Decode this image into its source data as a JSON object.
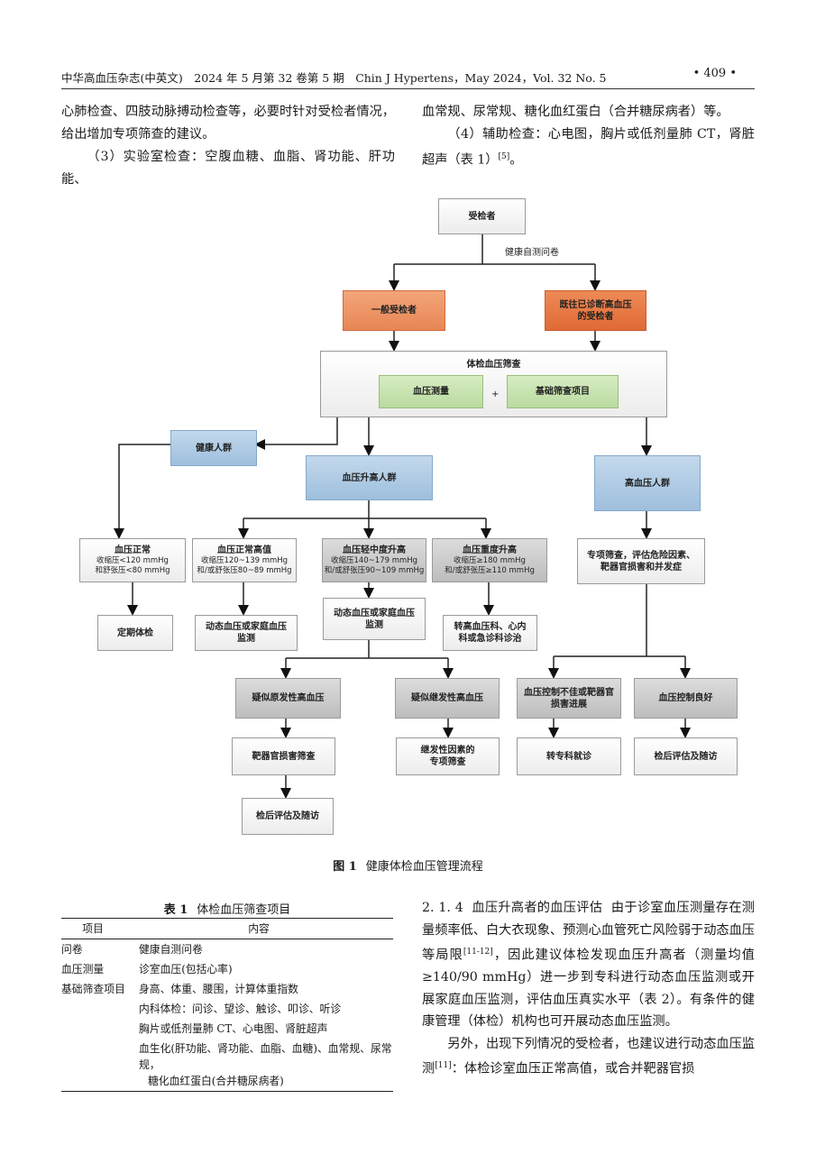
{
  "header": {
    "journal": "中华高血压杂志(中英文)　2024 年 5 月第 32 卷第 5 期　Chin J Hypertens，May 2024，Vol. 32 No. 5",
    "page": "• 409 •"
  },
  "top_text": {
    "left_p1": "心肺检查、四肢动脉搏动检查等，必要时针对受检者情况，给出增加专项筛查的建议。",
    "left_p2": "（3）实验室检查：空腹血糖、血脂、肾功能、肝功能、",
    "right_p1": "血常规、尿常规、糖化血红蛋白（合并糖尿病者）等。",
    "right_p2": "（4）辅助检查：心电图，胸片或低剂量肺 CT，肾脏超声（表 1）",
    "right_p2_ref": "[5]",
    "right_p2_end": "。"
  },
  "flowchart": {
    "start": "受检者",
    "questionnaire_label": "健康自测问卷",
    "general": "一般受检者",
    "diagnosed_line1": "既往已诊断高血压",
    "diagnosed_line2": "的受检者",
    "screening_title": "体检血压筛查",
    "bp_measure": "血压测量",
    "plus": "+",
    "basic_items": "基础筛查项目",
    "healthy": "健康人群",
    "elevated": "血压升高人群",
    "hypertensive": "高血压人群",
    "normal_title": "血压正常",
    "normal_sub1": "收缩压<120 mmHg",
    "normal_sub2": "和舒张压<80 mmHg",
    "high_normal_title": "血压正常高值",
    "high_normal_sub1": "收缩压120~139 mmHg",
    "high_normal_sub2": "和/或舒张压80~89 mmHg",
    "mild_title": "血压轻中度升高",
    "mild_sub1": "收缩压140~179 mmHg",
    "mild_sub2": "和/或舒张压90~109 mmHg",
    "severe_title": "血压重度升高",
    "severe_sub1": "收缩压≥180 mmHg",
    "severe_sub2": "和/或舒张压≥110 mmHg",
    "special_line1": "专项筛查，评估危险因素、",
    "special_line2": "靶器官损害和并发症",
    "regular_checkup": "定期体检",
    "ambulatory1_line1": "动态血压或家庭血压",
    "ambulatory1_line2": "监测",
    "ambulatory2_line1": "动态血压或家庭血压",
    "ambulatory2_line2": "监测",
    "referral_line1": "转高血压科、心内",
    "referral_line2": "科或急诊科诊治",
    "primary": "疑似原发性高血压",
    "secondary": "疑似继发性高血压",
    "poor_control_line1": "血压控制不佳或靶器官",
    "poor_control_line2": "损害进展",
    "good_control": "血压控制良好",
    "target_organ": "靶器官损害筛查",
    "secondary_factors_line1": "继发性因素的",
    "secondary_factors_line2": "专项筛查",
    "specialist": "转专科就诊",
    "followup1": "检后评估及随访",
    "followup2": "检后评估及随访"
  },
  "figure_caption": {
    "num": "图 1",
    "text": "健康体检血压管理流程"
  },
  "table": {
    "num": "表 1",
    "title": "体检血压筛查项目",
    "col1": "项目",
    "col2": "内容",
    "rows": [
      {
        "item": "问卷",
        "content": "健康自测问卷"
      },
      {
        "item": "血压测量",
        "content": "诊室血压(包括心率)"
      },
      {
        "item": "基础筛查项目",
        "content": "身高、体重、腰围，计算体重指数"
      },
      {
        "item": "",
        "content": "内科体检：问诊、望诊、触诊、叩诊、听诊"
      },
      {
        "item": "",
        "content": "胸片或低剂量肺 CT、心电图、肾脏超声"
      },
      {
        "item": "",
        "content": "血生化(肝功能、肾功能、血脂、血糖)、血常规、尿常规，",
        "content2": "糖化血红蛋白(合并糖尿病者)"
      }
    ]
  },
  "bottom_text": {
    "heading_num": "2. 1. 4",
    "heading": "血压升高者的血压评估",
    "p1a": "由于诊室血压测量存在测量频率低、白大衣现象、预测心血管死亡风险弱于动态血压等局限",
    "p1_ref": "[11-12]",
    "p1b": "，因此建议体检发现血压升高者（测量均值≥140/90 mmHg）进一步到专科进行动态血压监测或开展家庭血压监测，评估血压真实水平（表 2）。有条件的健康管理（体检）机构也可开展动态血压监测。",
    "p2a": "另外，出现下列情况的受检者，也建议进行动态血压监测",
    "p2_ref": "[11]",
    "p2b": "：体检诊室血压正常高值，或合并靶器官损"
  }
}
